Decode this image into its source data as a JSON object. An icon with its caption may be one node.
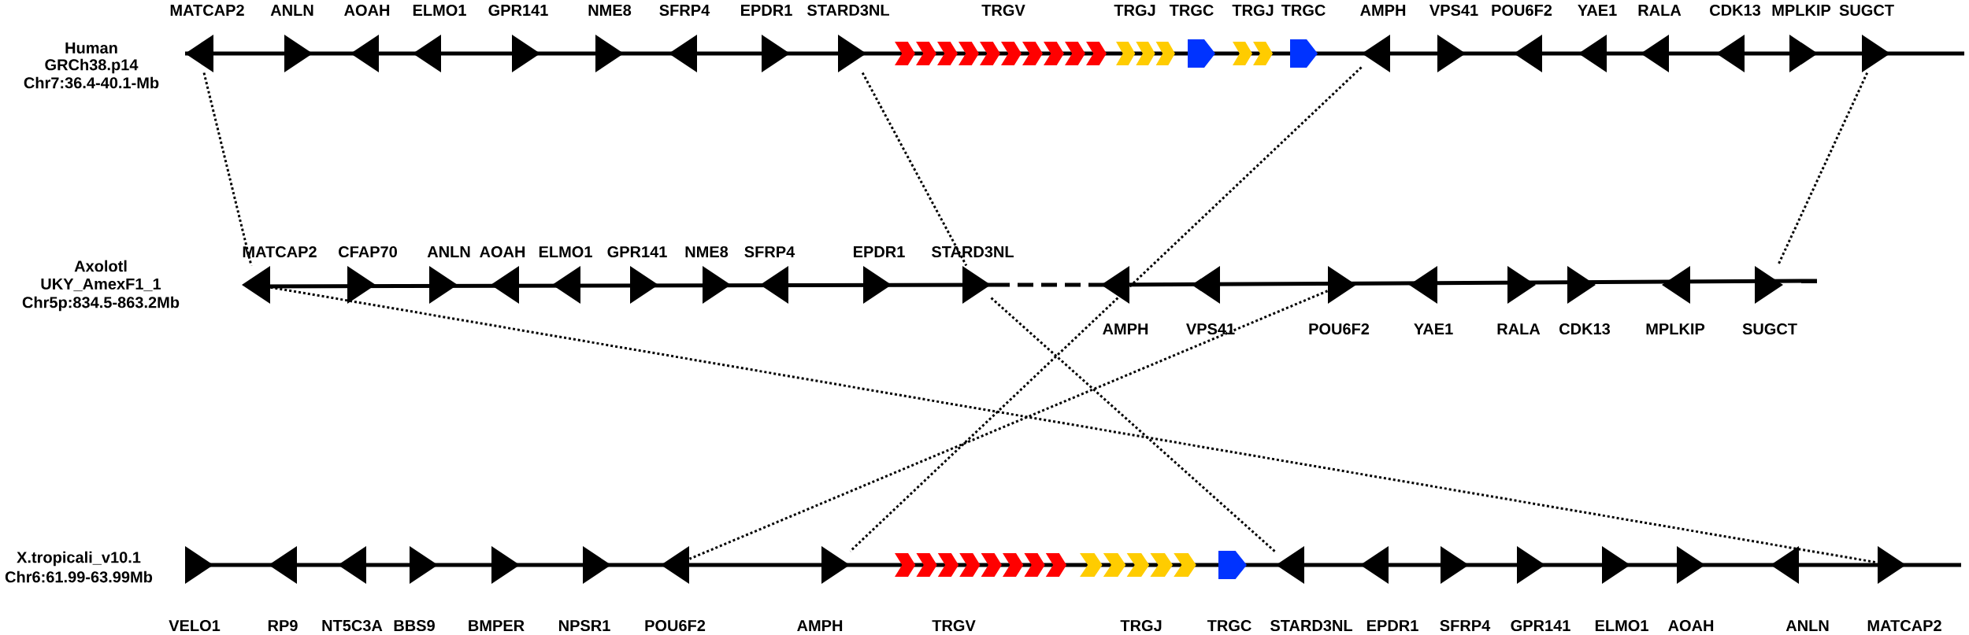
{
  "diagram": {
    "nodes": [
      {
        "text": [
          "MATCAP2"
        ]
      },
      {
        "text": [
          "ANLN"
        ]
      },
      {
        "text": [
          "AOAH"
        ]
      },
      {
        "text": [
          "ELMO1"
        ]
      },
      {
        "text": [
          "GPR141"
        ]
      },
      {
        "text": [
          "NME8"
        ]
      },
      {
        "text": [
          "SFRP4"
        ]
      },
      {
        "text": [
          "EPDR1"
        ]
      },
      {
        "text": [
          "STARD3NL"
        ]
      },
      {
        "text": [
          "TRGV"
        ]
      },
      {
        "text": [
          "TRGJ"
        ]
      },
      {
        "text": [
          "TRGC"
        ]
      },
      {
        "text": [
          "TRGJ"
        ]
      },
      {
        "text": [
          "TRGC"
        ]
      },
      {
        "text": [
          "AMPH"
        ]
      },
      {
        "text": [
          "VPS41"
        ]
      },
      {
        "text": [
          "POU6F2"
        ]
      },
      {
        "text": [
          "YAE1"
        ]
      },
      {
        "text": [
          "RALA"
        ]
      },
      {
        "text": [
          "CDK13"
        ]
      },
      {
        "text": [
          "MPLKIP"
        ]
      },
      {
        "text": [
          "SUGCT"
        ]
      },
      {
        "text": [
          "MATCAP2"
        ]
      },
      {
        "text": [
          "CFAP70"
        ]
      },
      {
        "text": [
          "ANLN"
        ]
      },
      {
        "text": [
          "AOAH"
        ]
      },
      {
        "text": [
          "ELMO1"
        ]
      },
      {
        "text": [
          "GPR141"
        ]
      },
      {
        "text": [
          "NME8"
        ]
      },
      {
        "text": [
          "SFRP4"
        ]
      },
      {
        "text": [
          "EPDR1"
        ]
      },
      {
        "text": [
          "STARD3NL"
        ]
      },
      {
        "text": [
          "AMPH"
        ]
      },
      {
        "text": [
          "VPS41"
        ]
      },
      {
        "text": [
          "POU6F2"
        ]
      },
      {
        "text": [
          "YAE1"
        ]
      },
      {
        "text": [
          "RALA"
        ]
      },
      {
        "text": [
          "CDK13"
        ]
      },
      {
        "text": [
          "MPLKIP"
        ]
      },
      {
        "text": [
          "SUGCT"
        ]
      },
      {
        "text": [
          "VELO1"
        ]
      },
      {
        "text": [
          "RP9"
        ]
      },
      {
        "text": [
          "NT5C3A"
        ]
      },
      {
        "text": [
          "BBS9"
        ]
      },
      {
        "text": [
          "BMPER"
        ]
      },
      {
        "text": [
          "NPSR1"
        ]
      },
      {
        "text": [
          "POU6F2"
        ]
      },
      {
        "text": [
          "AMPH"
        ]
      },
      {
        "text": [
          "TRGV"
        ]
      },
      {
        "text": [
          "TRGJ"
        ]
      },
      {
        "text": [
          "TRGC"
        ]
      },
      {
        "text": [
          "STARD3NL"
        ]
      },
      {
        "text": [
          "EPDR1"
        ]
      },
      {
        "text": [
          "SFRP4"
        ]
      },
      {
        "text": [
          "GPR141"
        ]
      },
      {
        "text": [
          "ELMO1"
        ]
      },
      {
        "text": [
          "AOAH"
        ]
      },
      {
        "text": [
          "ANLN"
        ]
      },
      {
        "text": [
          "MATCAP2"
        ]
      }
    ],
    "edges": [
      {
        "from": 0,
        "to": 22,
        "arrow": "none"
      },
      {
        "from": 8,
        "to": 31,
        "arrow": "none"
      },
      {
        "from": 14,
        "to": 47,
        "arrow": "none"
      },
      {
        "from": 21,
        "to": 39,
        "arrow": "none"
      },
      {
        "from": 22,
        "to": 58,
        "arrow": "none"
      },
      {
        "from": 31,
        "to": 51,
        "arrow": "none"
      },
      {
        "from": 34,
        "to": 46,
        "arrow": "none"
      }
    ],
    "labels": [
      "Human",
      "GRCh38.p14",
      "Chr7:36.4-40.1-Mb",
      "Axolotl",
      "UKY_AmexF1_1",
      "Chr5p:834.5-863.2Mb",
      "X.tropicali_v10.1",
      "Chr6:61.99-63.99Mb"
    ]
  }
}
